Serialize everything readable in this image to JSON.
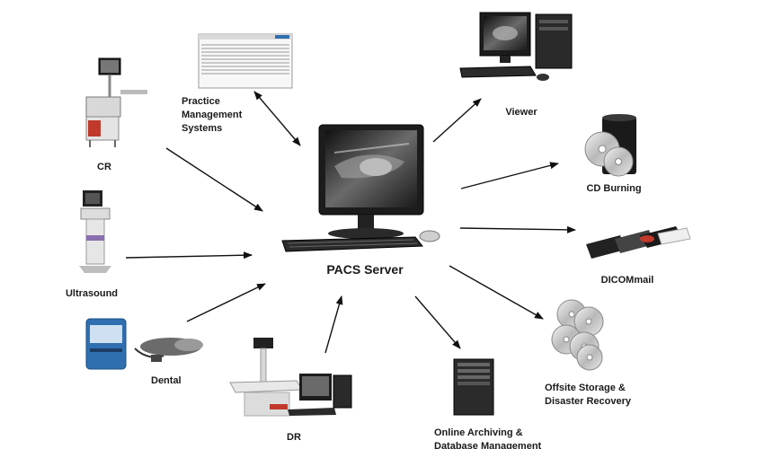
{
  "center": {
    "label": "PACS Server"
  },
  "inputs": {
    "practice": [
      "Practice",
      "Management",
      "Systems"
    ],
    "cr": "CR",
    "ultrasound": "Ultrasound",
    "dental": "Dental",
    "dr": "DR"
  },
  "outputs": {
    "viewer": "Viewer",
    "cd": "CD Burning",
    "dicommail": "DICOMmail",
    "offsite": [
      "Offsite Storage &",
      "Disaster Recovery"
    ],
    "archiving": [
      "Online Archiving &",
      "Database Management"
    ]
  },
  "colors": {
    "accent_blue": "#2f6fb0",
    "arrow": "#111111",
    "screen": "#1e1e1e"
  }
}
